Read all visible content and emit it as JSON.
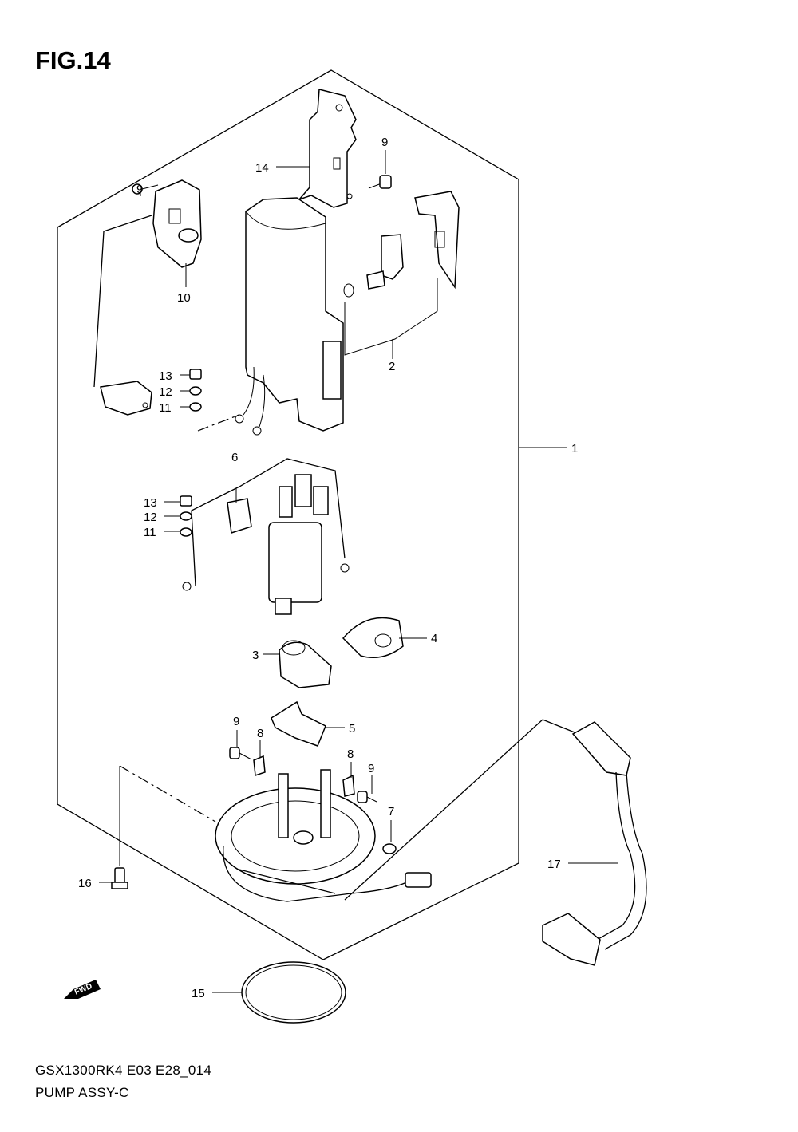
{
  "figure": {
    "title": "FIG.14",
    "model": "GSX1300RK4 E03 E28_014",
    "name": "PUMP ASSY-C"
  },
  "fwd_label": "FWD",
  "callouts": {
    "c1": "1",
    "c2": "2",
    "c3": "3",
    "c4": "4",
    "c5": "5",
    "c6": "6",
    "c7": "7",
    "c8a": "8",
    "c8b": "8",
    "c9a": "9",
    "c9b": "9",
    "c9c": "9",
    "c9d": "9",
    "c10": "10",
    "c11a": "11",
    "c11b": "11",
    "c12a": "12",
    "c12b": "12",
    "c13a": "13",
    "c13b": "13",
    "c14": "14",
    "c15": "15",
    "c16": "16",
    "c17": "17"
  }
}
